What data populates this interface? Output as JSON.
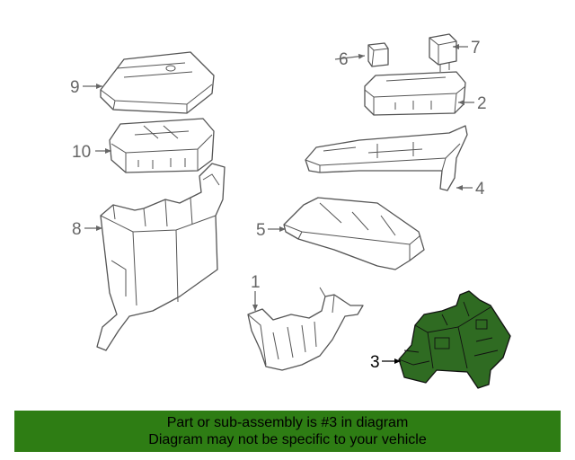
{
  "callouts": [
    "1",
    "2",
    "3",
    "4",
    "5",
    "6",
    "7",
    "8",
    "9",
    "10"
  ],
  "highlighted_part": "3",
  "colors": {
    "highlight": "#2f6b22",
    "banner": "#2e7d14",
    "lines": "#555555"
  },
  "banner": {
    "line1": "Part or sub-assembly is #3 in diagram",
    "line2": "Diagram may not be specific to your vehicle"
  }
}
